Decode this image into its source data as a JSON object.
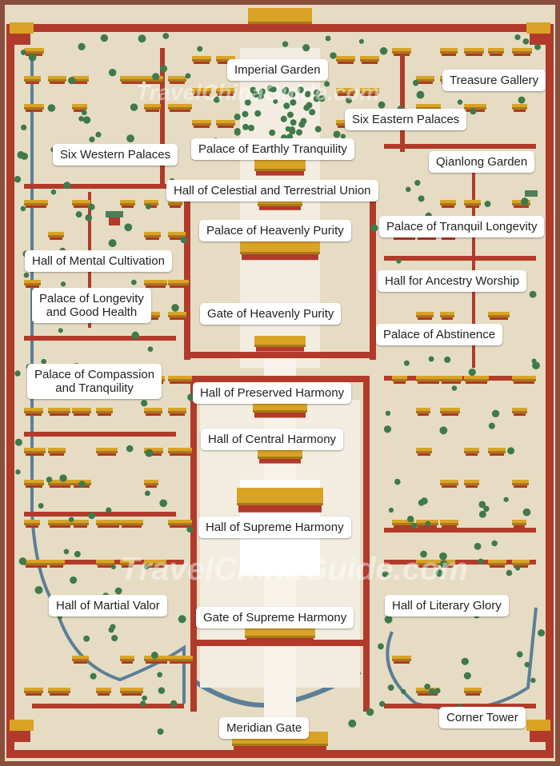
{
  "map": {
    "watermark": "TravelChinaGuide.com",
    "colors": {
      "ground": "#e6dcc4",
      "wall": "#b23a2a",
      "roof": "#d9a326",
      "roof_dark": "#a8791a",
      "tree": "#3f7a4a",
      "water": "#5b7f97",
      "stone": "#f2ede0",
      "outer": "#8a4f3c"
    },
    "labels": {
      "imperial_garden": "Imperial Garden",
      "treasure_gallery": "Treasure Gallery",
      "six_eastern_palaces": "Six Eastern Palaces",
      "palace_earthly_tranquility": "Palace of Earthly Tranquility",
      "six_western_palaces": "Six Western Palaces",
      "qianlong_garden": "Qianlong Garden",
      "hall_celestial_terrestrial_union": "Hall of Celestial and Terrestrial Union",
      "palace_tranquil_longevity": "Palace of Tranquil Longevity",
      "palace_heavenly_purity": "Palace of Heavenly Purity",
      "hall_mental_cultivation": "Hall of Mental Cultivation",
      "hall_ancestry_worship": "Hall for Ancestry Worship",
      "palace_longevity_line1": "Palace of Longevity",
      "palace_longevity_line2": "and Good Health",
      "gate_heavenly_purity": "Gate of Heavenly Purity",
      "palace_abstinence": "Palace of Abstinence",
      "palace_compassion_line1": "Palace of Compassion",
      "palace_compassion_line2": "and Tranquility",
      "hall_preserved_harmony": "Hall of Preserved Harmony",
      "hall_central_harmony": "Hall of Central Harmony",
      "hall_supreme_harmony": "Hall of Supreme Harmony",
      "hall_martial_valor": "Hall of Martial Valor",
      "hall_literary_glory": "Hall of Literary Glory",
      "gate_supreme_harmony": "Gate of Supreme Harmony",
      "corner_tower": "Corner Tower",
      "meridian_gate": "Meridian Gate"
    }
  }
}
